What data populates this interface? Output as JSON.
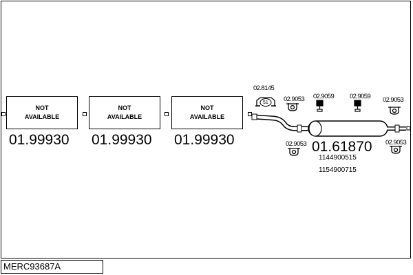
{
  "diagram_title": "MERC93687A",
  "not_available": {
    "line1": "NOT",
    "line2": "AVAILABLE"
  },
  "parts": {
    "section1_number": "01.99930",
    "section2_number": "01.99930",
    "section3_number": "01.99930",
    "main_muffler_number": "01.61870",
    "oe_numbers": [
      "1144900515",
      "1154900715"
    ]
  },
  "accessories": {
    "bracket_8145": "02.8145",
    "bracket_8145_badge": "51",
    "clamp_left_upper": "02.9053",
    "clamp_left_lower": "02.9053",
    "rubber_mount_1": "02.9059",
    "rubber_mount_2": "02.9059",
    "clamp_right_upper": "02.9053",
    "clamp_right_lower": "02.9053"
  }
}
